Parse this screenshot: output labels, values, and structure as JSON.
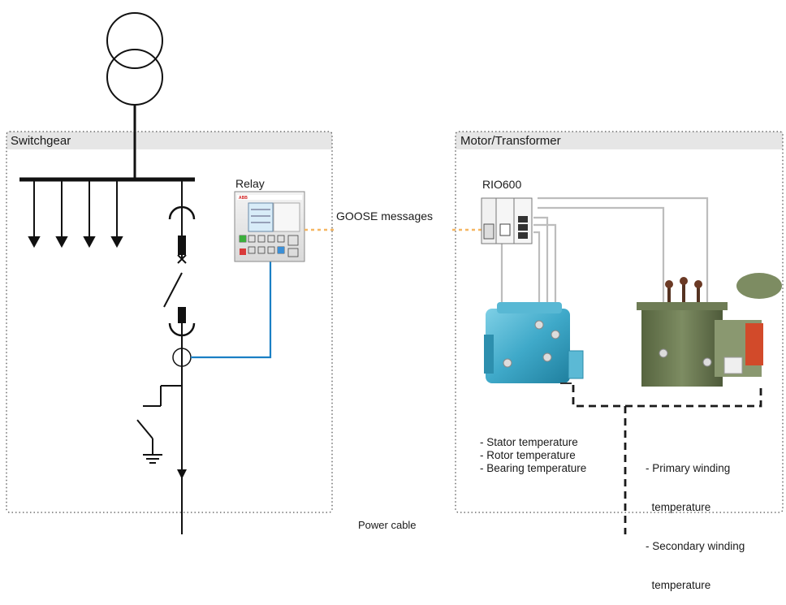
{
  "switchgear": {
    "title": "Switchgear",
    "relay_label": "Relay",
    "relay_brand": "ABB"
  },
  "motor_transformer": {
    "title": "Motor/Transformer",
    "rio_label": "RIO600",
    "motor_measurements": [
      "- Stator temperature",
      "- Rotor temperature",
      "- Bearing temperature"
    ],
    "transformer_measurements": [
      "- Primary winding",
      "  temperature",
      "- Secondary winding",
      "  temperature"
    ]
  },
  "links": {
    "goose_label": "GOOSE messages",
    "power_cable_label": "Power cable"
  },
  "colors": {
    "header_band": "#e6e6e6",
    "dotted_border": "#555555",
    "goose_link": "#f5b662",
    "relay_wire": "#1a7fc4",
    "sensor_wire": "#bdbdbd",
    "motor": "#3fa9c9",
    "transformer": "#6b7a5a"
  }
}
